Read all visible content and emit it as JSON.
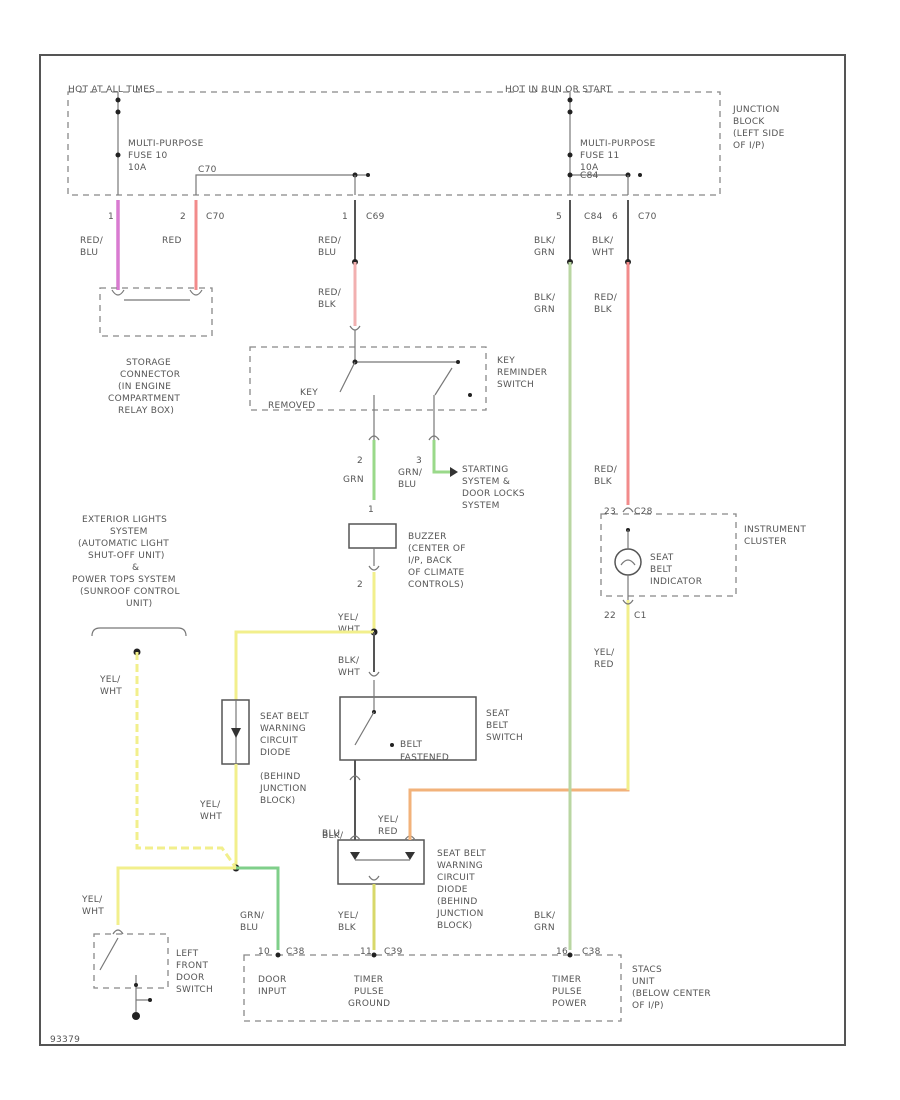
{
  "labels": {
    "hot_all_times": "HOT AT ALL TIMES",
    "hot_run_start": "HOT IN RUN OR START",
    "junction_block": [
      "JUNCTION",
      "BLOCK",
      "(LEFT SIDE",
      "OF I/P)"
    ],
    "fuse10": [
      "MULTI-PURPOSE",
      "FUSE 10",
      "10A"
    ],
    "fuse11": [
      "MULTI-PURPOSE",
      "FUSE 11",
      "10A"
    ],
    "c70": "C70",
    "c69": "C69",
    "c84": "C84",
    "pin1": "1",
    "pin2": "2",
    "pin5": "5",
    "pin6": "6",
    "pin3": "3",
    "red_blu": [
      "RED/",
      "BLU"
    ],
    "red": "RED",
    "red_blk": [
      "RED/",
      "BLK"
    ],
    "blk_grn": [
      "BLK/",
      "GRN"
    ],
    "blk_wht": [
      "BLK/",
      "WHT"
    ],
    "storage_connector": [
      "STORAGE",
      "CONNECTOR",
      "(IN ENGINE",
      "COMPARTMENT",
      "RELAY BOX)"
    ],
    "key_reminder": [
      "KEY",
      "REMINDER",
      "SWITCH"
    ],
    "key_removed": [
      "KEY",
      "REMOVED"
    ],
    "grn": "GRN",
    "grn_blu": [
      "GRN/",
      "BLU"
    ],
    "starting_system": [
      "STARTING",
      "SYSTEM &",
      "DOOR LOCKS",
      "SYSTEM"
    ],
    "buzzer": [
      "BUZZER",
      "(CENTER OF",
      "I/P, BACK",
      "OF CLIMATE",
      "CONTROLS)"
    ],
    "instrument_cluster": [
      "INSTRUMENT",
      "CLUSTER"
    ],
    "seat_belt_indicator": [
      "SEAT",
      "BELT",
      "INDICATOR"
    ],
    "c28": "C28",
    "c1": "C1",
    "pin23": "23",
    "pin22": "22",
    "ext_lights": [
      "EXTERIOR LIGHTS",
      "SYSTEM",
      "(AUTOMATIC LIGHT",
      "SHUT-OFF UNIT)",
      "&",
      "POWER TOPS SYSTEM",
      "(SUNROOF CONTROL",
      "UNIT)"
    ],
    "yel_wht": [
      "YEL/",
      "WHT"
    ],
    "yel_red": [
      "YEL/",
      "RED"
    ],
    "yel_blk": [
      "YEL/",
      "BLK"
    ],
    "blu": "BLU",
    "seat_belt_diode1": [
      "SEAT BELT",
      "WARNING",
      "CIRCUIT",
      "DIODE",
      "(BEHIND",
      "JUNCTION",
      "BLOCK)"
    ],
    "seat_belt_switch": [
      "SEAT",
      "BELT",
      "SWITCH"
    ],
    "belt_fastened": [
      "BELT",
      "FASTENED"
    ],
    "seat_belt_diode2": [
      "SEAT BELT",
      "WARNING",
      "CIRCUIT",
      "DIODE",
      "(BEHIND",
      "JUNCTION",
      "BLOCK)"
    ],
    "left_front_door": [
      "LEFT",
      "FRONT",
      "DOOR",
      "SWITCH"
    ],
    "grn_blu2": [
      "GRN/",
      "BLU"
    ],
    "stacs": [
      "STACS",
      "UNIT",
      "(BELOW CENTER",
      "OF I/P)"
    ],
    "door_input": [
      "DOOR",
      "INPUT"
    ],
    "timer_ground": [
      "TIMER",
      "PULSE",
      "GROUND"
    ],
    "timer_power": [
      "TIMER",
      "PULSE",
      "POWER"
    ],
    "c38a": "C38",
    "c38b": "C38",
    "c39": "C39",
    "p10": "10",
    "p11": "11",
    "p16": "16",
    "fig_id": "93379"
  },
  "colors": {
    "wire_pink": "#d97bd1",
    "wire_red": "#f28b8b",
    "wire_green": "#9ad98a",
    "wire_yellow": "#f2ef8c",
    "wire_orange": "#f2b27a",
    "wire_olive": "#c9d98a",
    "wire_black": "#555555"
  }
}
